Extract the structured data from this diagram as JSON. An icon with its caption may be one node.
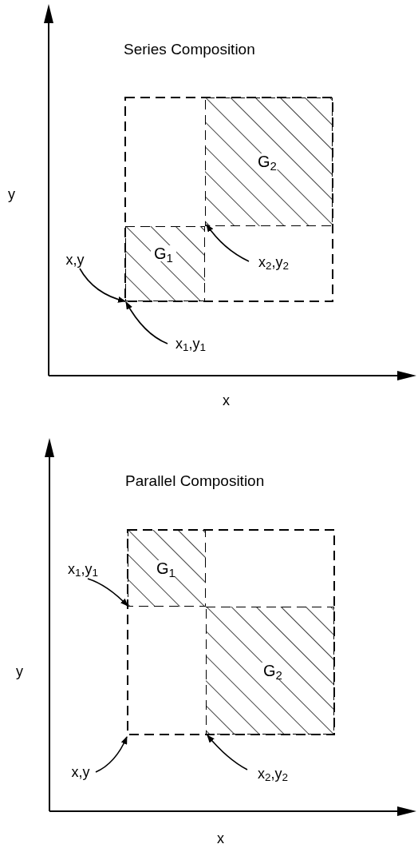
{
  "diagram": {
    "nodes": [
      {
        "text": [
          "G$_{2}$"
        ]
      },
      {
        "text": [
          "x,y"
        ]
      },
      {
        "text": [
          "G$_{1}$"
        ]
      },
      {
        "text": [
          "x$_{2}$,y$_{2}$"
        ]
      },
      {
        "text": [
          "x$_{1}$,y$_{1}$"
        ]
      },
      {
        "text": [
          "G$_{1}$"
        ]
      },
      {
        "text": [
          "x$_{1}$,y$_{1}$"
        ]
      },
      {
        "text": [
          "G$_{2}$"
        ]
      },
      {
        "text": [
          "x,y"
        ]
      },
      {
        "text": [
          "x$_{2}$,y$_{2}$"
        ]
      }
    ],
    "edges": [
      {
        "from": 1,
        "to": 2,
        "arrow": "to"
      },
      {
        "from": 3,
        "to": 0,
        "arrow": "to"
      },
      {
        "from": 4,
        "to": 2,
        "arrow": "to"
      },
      {
        "from": 6,
        "to": 5,
        "arrow": "to"
      },
      {
        "from": 8,
        "to": null,
        "arrow": "to"
      },
      {
        "from": 9,
        "to": 7,
        "arrow": "to"
      }
    ],
    "labels": [
      "Series Composition",
      "y",
      "x",
      "Parallel Composition",
      "y",
      "x"
    ]
  }
}
